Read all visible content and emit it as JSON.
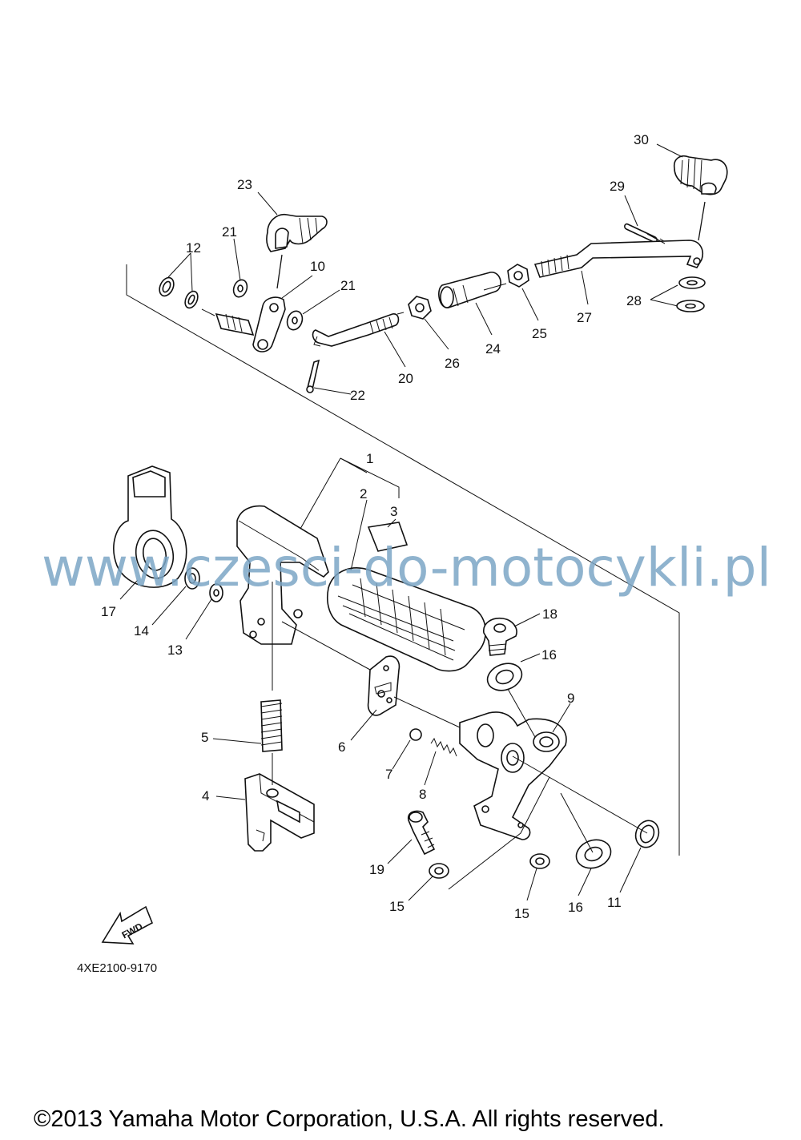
{
  "diagram": {
    "diagram_code": "4XE2100-9170",
    "fwd_label": "FWD",
    "watermark": "www.czesci-do-motocykli.pl",
    "copyright": "©2013 Yamaha Motor Corporation, U.S.A. All rights reserved.",
    "callouts": [
      {
        "id": "c30",
        "text": "30"
      },
      {
        "id": "c29",
        "text": "29"
      },
      {
        "id": "c23",
        "text": "23"
      },
      {
        "id": "c21a",
        "text": "21"
      },
      {
        "id": "c12",
        "text": "12"
      },
      {
        "id": "c10",
        "text": "10"
      },
      {
        "id": "c21b",
        "text": "21"
      },
      {
        "id": "c28",
        "text": "28"
      },
      {
        "id": "c27",
        "text": "27"
      },
      {
        "id": "c25",
        "text": "25"
      },
      {
        "id": "c24",
        "text": "24"
      },
      {
        "id": "c26",
        "text": "26"
      },
      {
        "id": "c20",
        "text": "20"
      },
      {
        "id": "c22",
        "text": "22"
      },
      {
        "id": "c1",
        "text": "1"
      },
      {
        "id": "c2",
        "text": "2"
      },
      {
        "id": "c3",
        "text": "3"
      },
      {
        "id": "c17",
        "text": "17"
      },
      {
        "id": "c14",
        "text": "14"
      },
      {
        "id": "c13",
        "text": "13"
      },
      {
        "id": "c18",
        "text": "18"
      },
      {
        "id": "c16a",
        "text": "16"
      },
      {
        "id": "c9",
        "text": "9"
      },
      {
        "id": "c6",
        "text": "6"
      },
      {
        "id": "c5",
        "text": "5"
      },
      {
        "id": "c7",
        "text": "7"
      },
      {
        "id": "c8",
        "text": "8"
      },
      {
        "id": "c4",
        "text": "4"
      },
      {
        "id": "c19",
        "text": "19"
      },
      {
        "id": "c15a",
        "text": "15"
      },
      {
        "id": "c15b",
        "text": "15"
      },
      {
        "id": "c16b",
        "text": "16"
      },
      {
        "id": "c11",
        "text": "11"
      }
    ]
  }
}
